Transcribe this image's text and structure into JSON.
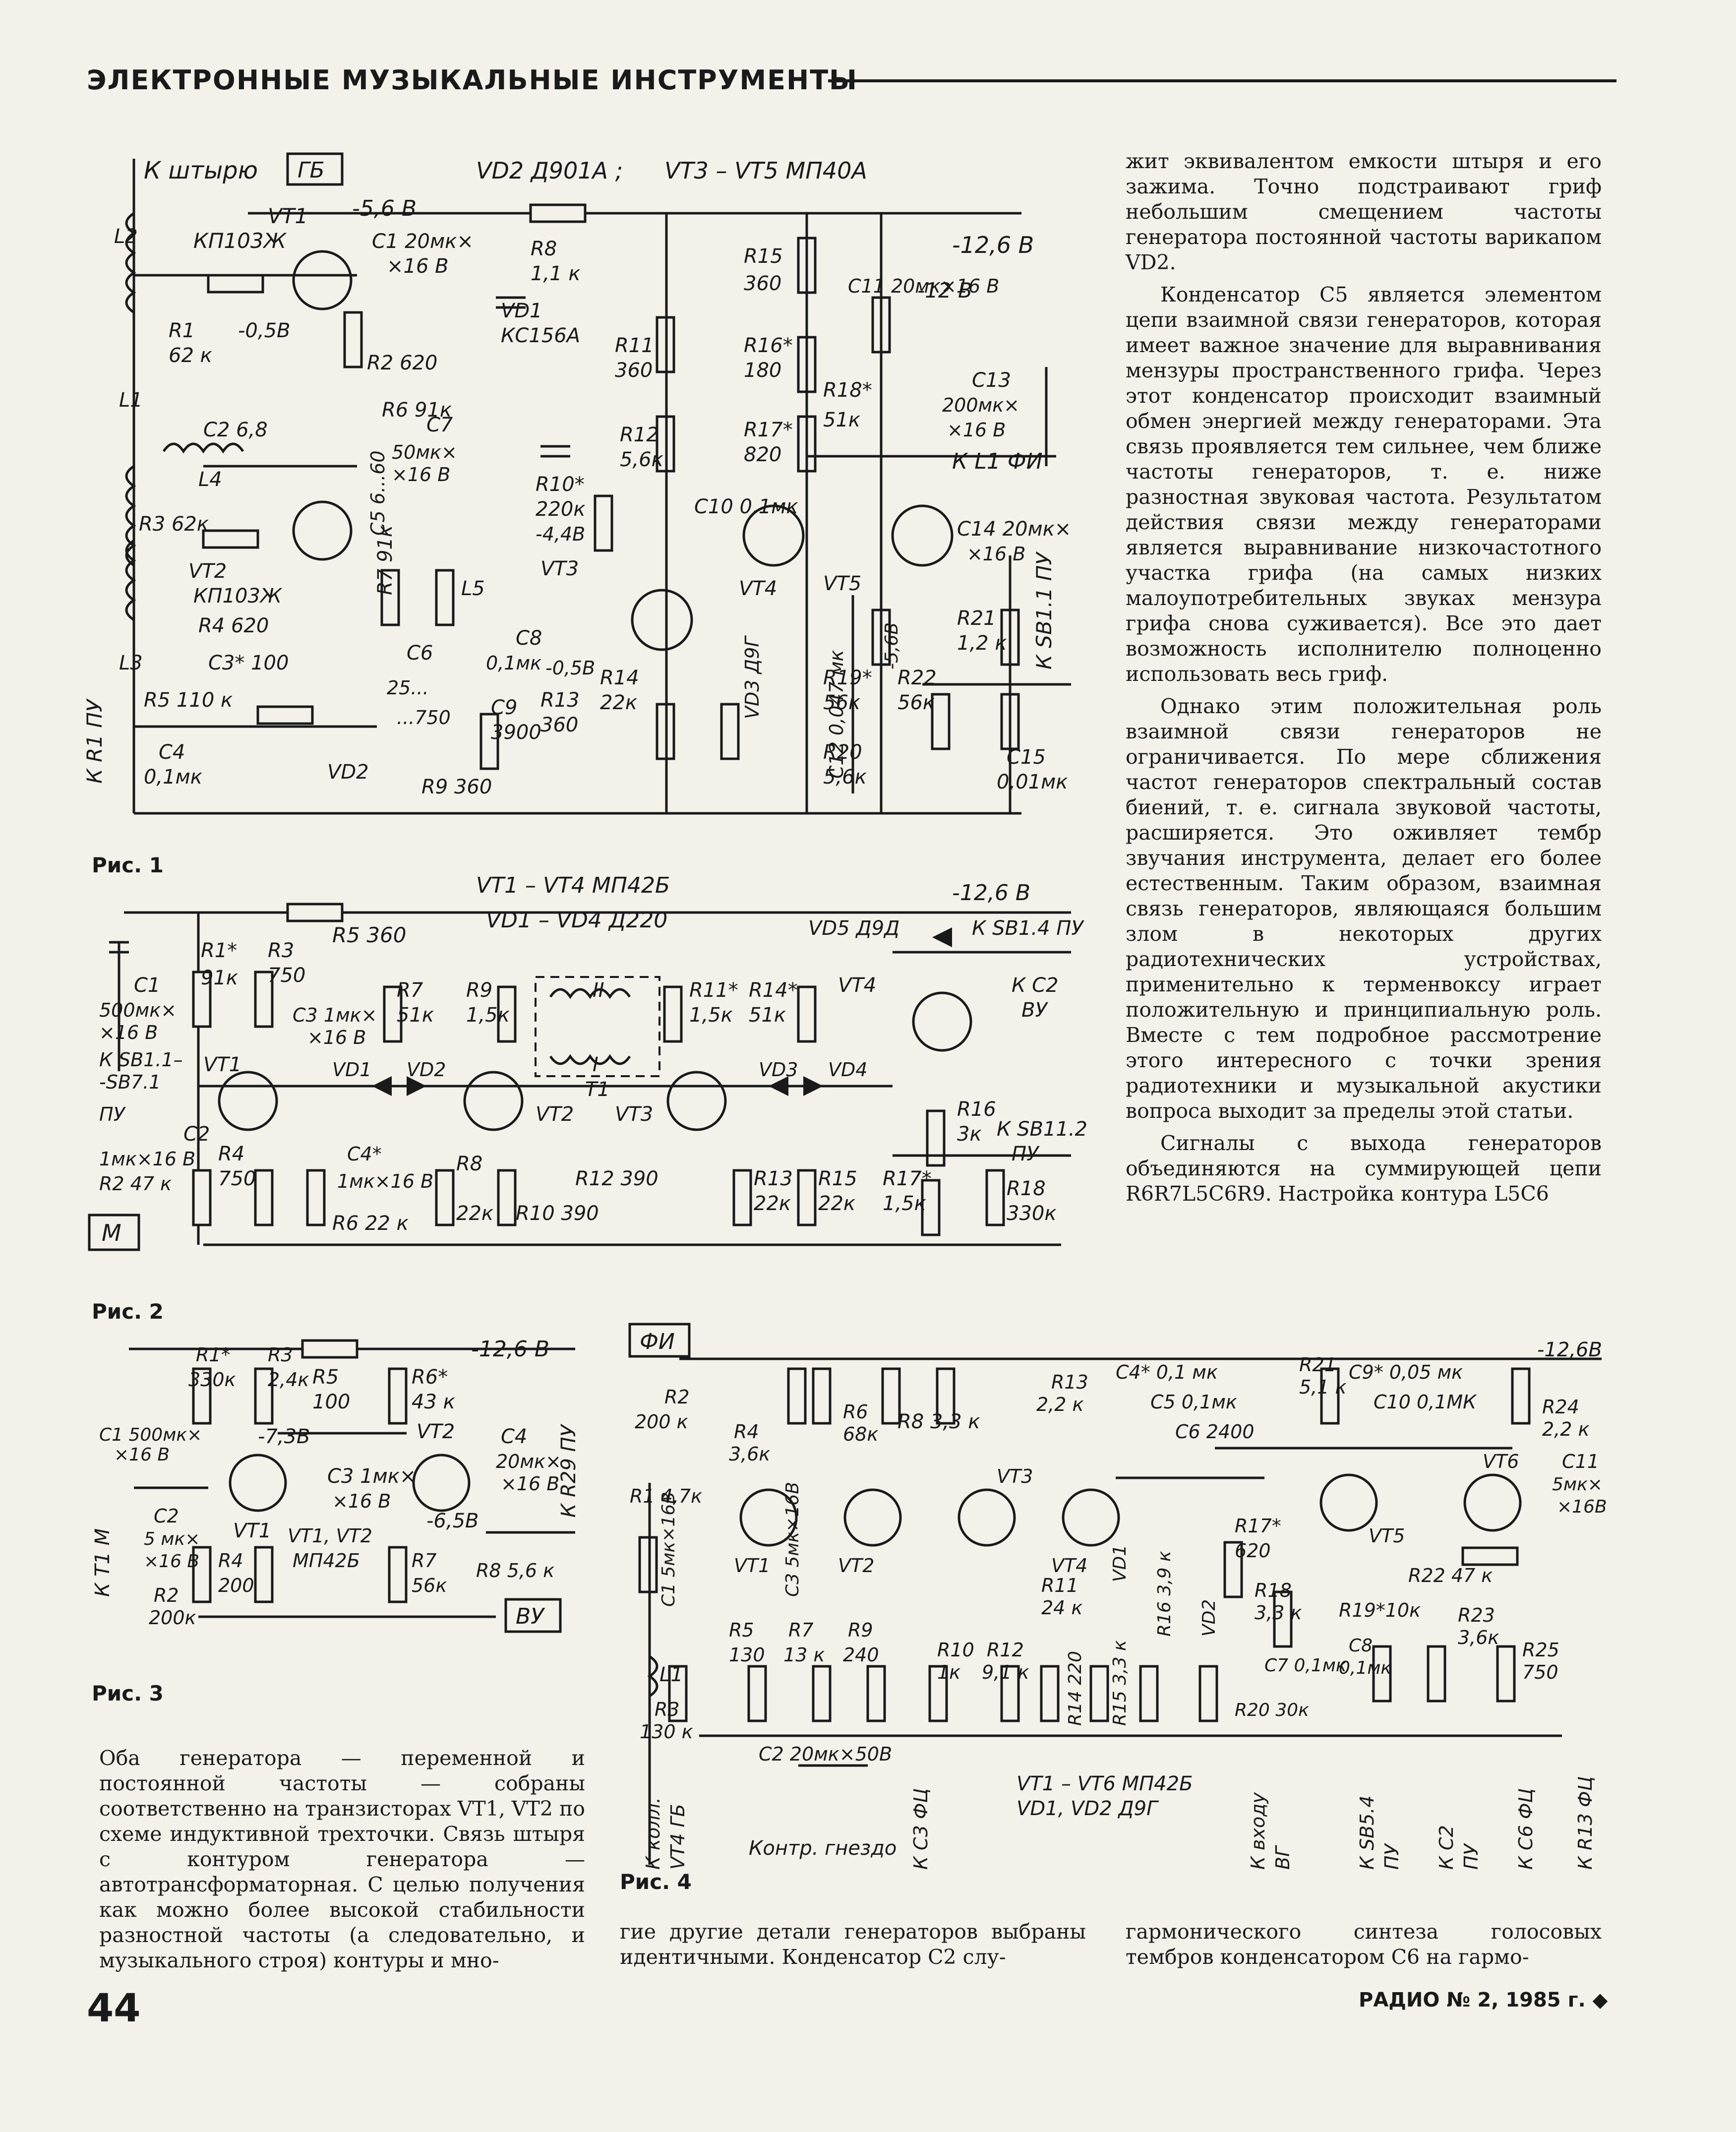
{
  "header": {
    "title": "ЭЛЕКТРОННЫЕ МУЗЫКАЛЬНЫЕ ИНСТРУМЕНТЫ"
  },
  "fig1": {
    "caption": "Рис. 1",
    "labels": {
      "to_rod": "К штырю",
      "gb": "ГБ",
      "vd2": "VD2  Д901А ;",
      "vt35": "VT3 – VT5   МП40А",
      "m56": "-5,6 В",
      "m126": "-12,6 В",
      "m12": "-12 В",
      "vt1": "VT1",
      "kp1": "КП103Ж",
      "vt2": "VT2",
      "kp2": "КП103Ж",
      "c1": "С1 20мк×",
      "c1b": "×16 В",
      "r8": "R8",
      "r8v": "1,1 к",
      "vd1": "VD1",
      "kc": "КС156А",
      "r1": "R1",
      "r1v": "62 к",
      "m05": "-0,5В",
      "r2": "R2  620",
      "l2": "L2",
      "l1": "L1",
      "c2": "С2  6,8",
      "l4": "L4",
      "c5": "С5 6...60",
      "r6": "R6  91к",
      "c7": "С7",
      "c7v": "50мк×",
      "c7b": "×16 В",
      "r3": "R3  62к",
      "r4": "R4  620",
      "l3": "L3",
      "c3": "С3* 100",
      "r5": "R5  110 к",
      "c4": "С4",
      "c4v": "0,1мк",
      "vd2b": "VD2",
      "r7": "R7  91к",
      "c6": "С6",
      "c6v": "25...",
      "c6w": "...750",
      "r9": "R9  360",
      "l5": "L5",
      "c8": "С8",
      "c8v": "0,1мк",
      "c9": "С9",
      "c9v": "3900",
      "r11": "R11",
      "r11v": "360",
      "r10": "R10*",
      "r10v": "220к",
      "m44": "-4,4В",
      "vt3": "VT3",
      "m05b": "-0,5В",
      "r13": "R13",
      "r13v": "360",
      "r12": "R12",
      "r12v": "5,6к",
      "r14": "R14",
      "r14v": "22к",
      "r15": "R15",
      "r15v": "360",
      "r16": "R16*",
      "r16v": "180",
      "r17": "R17*",
      "r17v": "820",
      "c10": "С10  0,1мк",
      "vt4": "VT4",
      "vd3": "VD3  Д9Г",
      "c12": "С12  0,047 мк",
      "c11": "С11  20мк×16 В",
      "r18": "R18*",
      "r18v": "51к",
      "c13": "С13",
      "c13v": "200мк×",
      "c13b": "×16 В",
      "kl1": "К L1  ФИ",
      "vt5": "VT5",
      "c14": "С14  20мк×",
      "c14b": "×16 В",
      "r19": "R19*",
      "r19v": "56к",
      "m56b": "-5,6В",
      "r21": "R21",
      "r21v": "1,2 к",
      "r22": "R22",
      "r22v": "56к",
      "r20": "R20",
      "r20v": "5,6к",
      "c15": "С15",
      "c15v": "0,01мк",
      "ksb": "К SB1.1 ПУ",
      "kr1": "К R1 ПУ"
    }
  },
  "fig2": {
    "caption": "Рис. 2",
    "labels": {
      "vtlist": "VT1 – VT4    МП42Б",
      "vdlist": "VD1 – VD4    Д220",
      "m126": "-12,6 В",
      "vd5": "VD5  Д9Д",
      "ksb14": "К SB1.4  ПУ",
      "r5": "R5  360",
      "r1": "R1*",
      "r1v": "91к",
      "r3": "R3",
      "r3v": "750",
      "c1": "С1",
      "c1v": "500мк×",
      "c1b": "×16 В",
      "c3": "С3  1мк×",
      "c3b": "×16 В",
      "ksb11": "К SB1.1–",
      "ksb71": "-SB7.1",
      "pu": "ПУ",
      "c2": "С2",
      "c2v": "1мк×16 В",
      "r2": "R2  47 к",
      "vt1": "VT1",
      "r4": "R4",
      "r4v": "750",
      "vd1": "VD1",
      "vd2": "VD2",
      "r7": "R7",
      "r7v": "51к",
      "r9": "R9",
      "r9v": "1,5к",
      "c4": "С4*",
      "c4v": "1мк×16 В",
      "r6": "R6  22 к",
      "r8": "R8",
      "r8v": "22к",
      "r10": "R10  390",
      "vt2": "VT2",
      "t2": "II",
      "t1": "I",
      "t1n": "T1",
      "vt3": "VT3",
      "r12": "R12  390",
      "r11": "R11*",
      "r11v": "1,5к",
      "r14": "R14*",
      "r14v": "51к",
      "vd3": "VD3",
      "vd4": "VD4",
      "r13": "R13",
      "r13v": "22к",
      "r15": "R15",
      "r15v": "22к",
      "vt4": "VT4",
      "kc2": "К С2",
      "vu": "ВУ",
      "r16": "R16",
      "r16v": "3к",
      "ksb112": "К SB11.2",
      "pu2": "ПУ",
      "r17": "R17*",
      "r17v": "1,5к",
      "r18": "R18",
      "r18v": "330к",
      "m": "М"
    }
  },
  "fig3": {
    "caption": "Рис. 3",
    "labels": {
      "r1": "R1*",
      "r1v": "330к",
      "r3": "R3",
      "r3v": "2,4к",
      "r5": "R5",
      "r5v": "100",
      "r6": "R6*",
      "r6v": "43 к",
      "m126": "-12,6 В",
      "c1": "С1 500мк×",
      "c1b": "×16 В",
      "m73": "-7,3В",
      "vt1": "VT1",
      "c3": "С3  1мк×",
      "c3b": "×16 В",
      "vt2": "VT2",
      "c4": "С4",
      "c4v": "20мк×",
      "c4b": "×16 В",
      "m65": "-6,5В",
      "kr29": "К R29  ПУ",
      "kt1": "К Т1  М",
      "c2": "С2",
      "c2v": "5 мк×",
      "c2b": "×16 В",
      "r4": "R4",
      "r4v": "200",
      "vtl": "VT1, VT2",
      "mp": "МП42Б",
      "r7": "R7",
      "r7v": "56к",
      "r8": "R8  5,6 к",
      "r2": "R2",
      "r2v": "200к",
      "vu": "ВУ"
    }
  },
  "fig4": {
    "caption": "Рис. 4",
    "labels": {
      "fi": "ФИ",
      "m126": "-12,6В",
      "r2": "R2",
      "r2v": "200 к",
      "r4": "R4",
      "r4v": "3,6к",
      "r6": "R6",
      "r6v": "68к",
      "r8": "R8  3,3 к",
      "r13": "R13",
      "r13v": "2,2 к",
      "c4": "С4* 0,1 мк",
      "c5": "С5  0,1мк",
      "c6": "С6  2400",
      "r21": "R21",
      "r21v": "5,1 к",
      "c9": "С9* 0,05 мк",
      "c10": "С10  0,1МК",
      "r24": "R24",
      "r24v": "2,2 к",
      "c11": "С11",
      "c11v": "5мк×",
      "c11b": "×16В",
      "r1": "R1  4,7к",
      "c1": "С1 5мк×16В",
      "c3": "С3  5мк×16В",
      "vt1": "VT1",
      "vt2": "VT2",
      "vt3": "VT3",
      "vt4": "VT4",
      "vt5": "VT5",
      "vt6": "VT6",
      "r17": "R17*",
      "r17v": "620",
      "vd1": "VD1",
      "vd2": "VD2",
      "r16": "R16  3,9 к",
      "r18": "R18",
      "r18v": "3,3 к",
      "r19": "R19*10к",
      "r22": "R22  47 к",
      "r23": "R23",
      "r23v": "3,6к",
      "r5": "R5",
      "r5v": "130",
      "r7": "R7",
      "r7v": "13 к",
      "r9": "R9",
      "r9v": "240",
      "r11": "R11",
      "r11v": "24 к",
      "r10": "R10",
      "r10v": "1к",
      "r12": "R12",
      "r12v": "9,1 к",
      "r14": "R14  220",
      "r15": "R15  3,3 к",
      "c7": "С7  0,1мк",
      "c8": "С8",
      "c8v": "0,1мк",
      "r20": "R20  30к",
      "r25": "R25",
      "r25v": "750",
      "l1": "L1",
      "r3": "R3",
      "r3v": "130 к",
      "c2": "С2  20мк×50В",
      "vtlist": "VT1 – VT6   МП42Б",
      "vdlist": "VD1, VD2   Д9Г",
      "kcoll": "К колл.",
      "vt4gb": "VT4 ГБ",
      "kontr": "Контр. гнездо",
      "kc3": "К С3  ФЦ",
      "kin": "К входу",
      "vg": "ВГ",
      "ksb": "К SB5.4",
      "pu": "ПУ",
      "kc2": "К С2",
      "pu2": "ПУ",
      "kc6": "К С6  ФЦ",
      "kr13": "К R13  ФЦ"
    }
  },
  "right_column": {
    "paragraphs": [
      "жит эквивалентом емкости штыря и его зажима. Точно подстраивают гриф небольшим смещением частоты генератора постоянной частоты варикапом VD2.",
      "Конденсатор С5 является элементом цепи взаимной связи генераторов, которая имеет важное значение для выравнивания мензуры пространственного грифа. Через этот конденсатор происходит взаимный обмен энергией между генераторами. Эта связь проявляется тем сильнее, чем ближе частоты генераторов, т. е. ниже разностная звуковая частота. Результатом действия связи между генераторами является выравнивание низкочастотного участка грифа (на самых низких малоупотребительных звуках мензура грифа снова суживается). Все это дает возможность исполнителю полноценно использовать весь гриф.",
      "Однако этим положительная роль взаимной связи генераторов не ограничивается. По мере сближения частот генераторов спектральный состав биений, т. е. сигнала звуковой частоты, расширяется. Это оживляет тембр звучания инструмента, делает его более естественным. Таким образом, взаимная связь генераторов, являющаяся большим злом в некоторых других радиотехнических устройствах, применительно к терменвоксу играет положительную и принципиальную роль. Вместе с тем подробное рассмотрение этого интересного с точки зрения радиотехники и музыкальной акустики вопроса выходит за пределы этой статьи.",
      "Сигналы с выхода генераторов объединяются на суммирующей цепи R6R7L5C6R9. Настройка контура L5C6"
    ]
  },
  "bottom_text": {
    "col1": "Оба генератора — переменной и постоянной частоты — собраны соответственно на транзисторах VT1, VT2 по схеме индуктивной трехточки. Связь штыря с контуром генератора — автотрансформаторная. С целью получения как можно более высокой стабильности разностной частоты (а следовательно, и музыкального строя) контуры и мно-",
    "col2": "гие другие детали генераторов выбраны идентичными. Конденсатор С2 слу-",
    "col3": "гармонического синтеза голосовых тембров конденсатором С6 на гармо-"
  },
  "footer": {
    "page": "44",
    "journal": "РАДИО № 2, 1985 г. ◆"
  }
}
